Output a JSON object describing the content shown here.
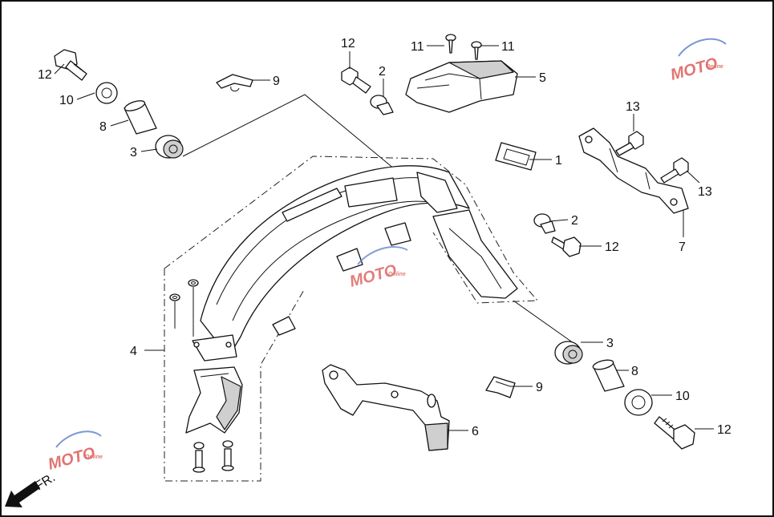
{
  "diagram": {
    "direction_label": "FR.",
    "watermark": {
      "text": "MOTO",
      "small_text": "Online",
      "color_primary": "#d9534f",
      "color_secondary": "#5b7fc7"
    },
    "callouts": {
      "c12_top_left": "12",
      "c10_top_left": "10",
      "c8_top_left": "8",
      "c3_top_left": "3",
      "c9_top": "9",
      "c12_top_mid": "12",
      "c2_top_mid": "2",
      "c11_left": "11",
      "c11_right": "11",
      "c5": "5",
      "c1": "1",
      "c13_top": "13",
      "c13_bottom": "13",
      "c7": "7",
      "c2_right": "2",
      "c12_right_mid": "12",
      "c4": "4",
      "c3_right": "3",
      "c8_right": "8",
      "c9_bottom": "9",
      "c10_right": "10",
      "c6": "6",
      "c12_bottom_right": "12"
    }
  }
}
